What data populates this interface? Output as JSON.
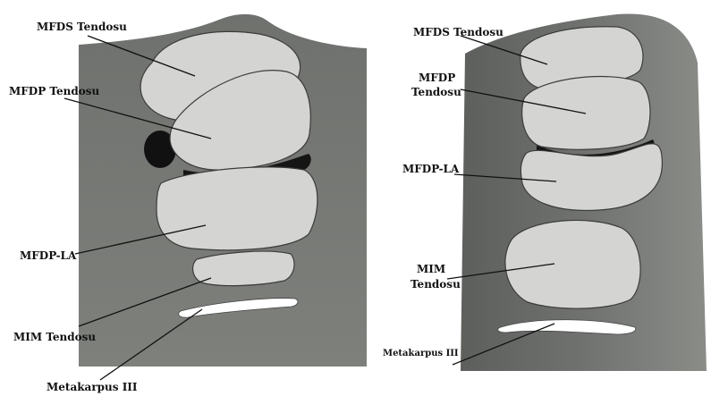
{
  "left_panel": {
    "labels": {
      "mfds": "MFDS Tendosu",
      "mfdp": "MFDP Tendosu",
      "mfdp_la": "MFDP-LA",
      "mim": "MIM Tendosu",
      "metakarpus": "Metakarpus III"
    }
  },
  "right_panel": {
    "labels": {
      "mfds": "MFDS Tendosu",
      "mfdp_line1": "MFDP",
      "mfdp_line2": "Tendosu",
      "mfdp_la": "MFDP-LA",
      "mim_line1": "MIM",
      "mim_line2": "Tendosu",
      "metakarpus": "Metakarpus III"
    }
  },
  "colors": {
    "background_tissue": "#7b7d7a",
    "tendon_fill": "#d4d4d2",
    "dark_gap": "#151515",
    "bone_highlight": "#ffffff"
  }
}
